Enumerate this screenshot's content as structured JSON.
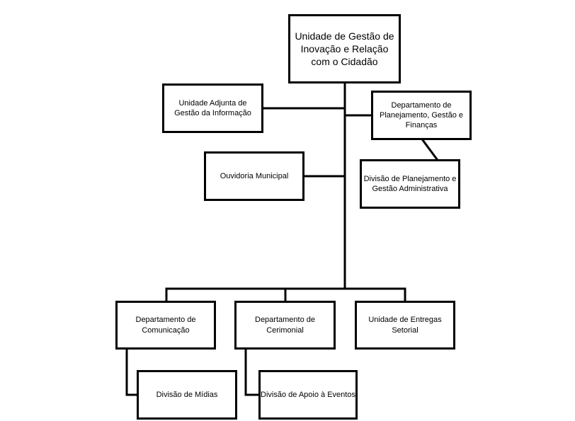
{
  "org": {
    "root": "Unidade de Gestão de Inovação e Relação com o Cidadão",
    "adjunta_informacao": "Unidade Adjunta de Gestão da Informação",
    "depto_planejamento": "Departamento de Planejamento, Gestão e Finanças",
    "ouvidoria": "Ouvidoria Municipal",
    "div_planejamento": "Divisão de Planejamento e Gestão Administrativa",
    "depto_comunicacao": "Departamento de Comunicação",
    "depto_cerimonial": "Departamento de Cerimonial",
    "unidade_entregas": "Unidade de Entregas Setorial",
    "div_midias": "Divisão de Mídias",
    "div_eventos": "Divisão de Apoio à Eventos"
  }
}
